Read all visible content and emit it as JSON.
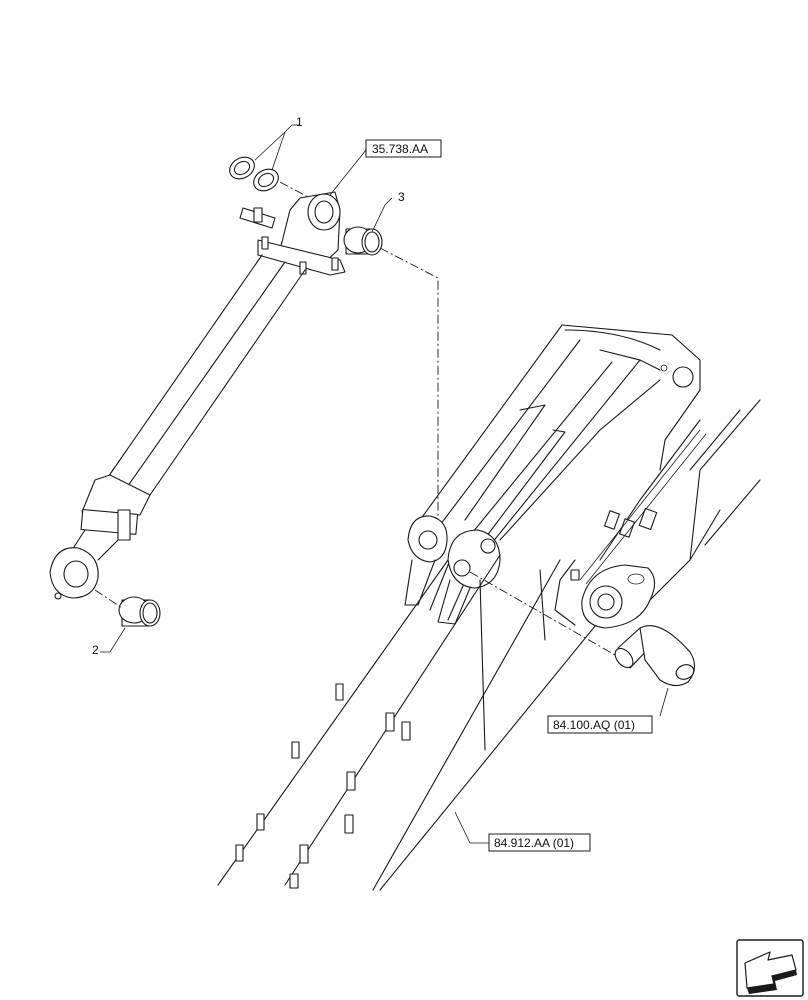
{
  "callouts": [
    {
      "id": "1",
      "text": "1"
    },
    {
      "id": "2",
      "text": "2"
    },
    {
      "id": "3",
      "text": "3"
    }
  ],
  "references": [
    {
      "id": "ref-35738",
      "text": "35.738.AA"
    },
    {
      "id": "ref-84100",
      "text": "84.100.AQ (01)"
    },
    {
      "id": "ref-84912",
      "text": "84.912.AA (01)"
    }
  ],
  "icons": {
    "nav": "next-page-arrow-icon"
  }
}
